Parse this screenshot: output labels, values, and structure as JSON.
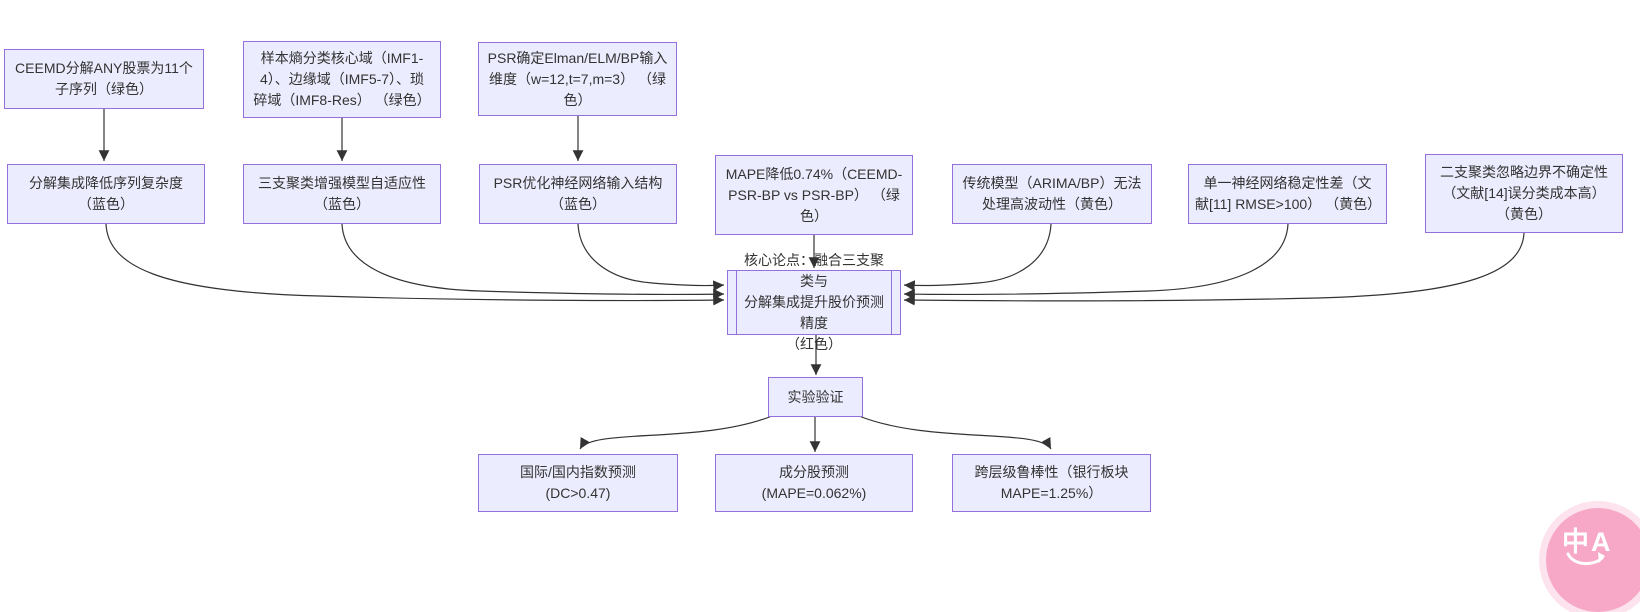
{
  "style": {
    "background": "#FFFFFF",
    "node_fill": "#ECECFF",
    "node_border": "#9370DB",
    "edge_color": "#333333",
    "text_color": "#333333",
    "badge_color": "#F7A8C7",
    "badge_text_color": "#FFFFFF"
  },
  "nodes": {
    "ceemd": {
      "label": "CEEMD分解ANY股票为11个\n子序列（绿色）"
    },
    "entropy": {
      "label": "样本熵分类核心域（IMF1-\n4）、边缘域（IMF5-7）、琐\n碎域（IMF8-Res） （绿色）"
    },
    "psr_input": {
      "label": "PSR确定Elman/ELM/BP输入\n维度（w=12,t=7,m=3） （绿\n色）"
    },
    "decompose_benefit": {
      "label": "分解集成降低序列复杂度\n（蓝色）"
    },
    "three_way": {
      "label": "三支聚类增强模型自适应性\n（蓝色）"
    },
    "psr_optimize": {
      "label": "PSR优化神经网络输入结构\n（蓝色）"
    },
    "mape_reduce": {
      "label": "MAPE降低0.74%（CEEMD-\nPSR-BP vs PSR-BP） （绿\n色）"
    },
    "traditional": {
      "label": "传统模型（ARIMA/BP）无法\n处理高波动性（黄色）"
    },
    "single_nn": {
      "label": "单一神经网络稳定性差（文\n献[11] RMSE>100） （黄色）"
    },
    "two_way": {
      "label": "二支聚类忽略边界不确定性\n（文献[14]误分类成本高）\n（黄色）"
    },
    "core": {
      "label": "核心论点：融合三支聚类与\n分解集成提升股价预测精度\n（红色）"
    },
    "experiment": {
      "label": "实验验证"
    },
    "index_pred": {
      "label": "国际/国内指数预测\n(DC>0.47)"
    },
    "stock_pred": {
      "label": "成分股预测\n(MAPE=0.062%)"
    },
    "robustness": {
      "label": "跨层级鲁棒性（银行板块\nMAPE=1.25%）"
    }
  },
  "edges": [
    {
      "from": "ceemd",
      "to": "decompose_benefit"
    },
    {
      "from": "entropy",
      "to": "three_way"
    },
    {
      "from": "psr_input",
      "to": "psr_optimize"
    },
    {
      "from": "decompose_benefit",
      "to": "core"
    },
    {
      "from": "three_way",
      "to": "core"
    },
    {
      "from": "psr_optimize",
      "to": "core"
    },
    {
      "from": "mape_reduce",
      "to": "core"
    },
    {
      "from": "traditional",
      "to": "core"
    },
    {
      "from": "single_nn",
      "to": "core"
    },
    {
      "from": "two_way",
      "to": "core"
    },
    {
      "from": "core",
      "to": "experiment"
    },
    {
      "from": "experiment",
      "to": "index_pred"
    },
    {
      "from": "experiment",
      "to": "stock_pred"
    },
    {
      "from": "experiment",
      "to": "robustness"
    }
  ],
  "badge": {
    "label": "中A"
  }
}
